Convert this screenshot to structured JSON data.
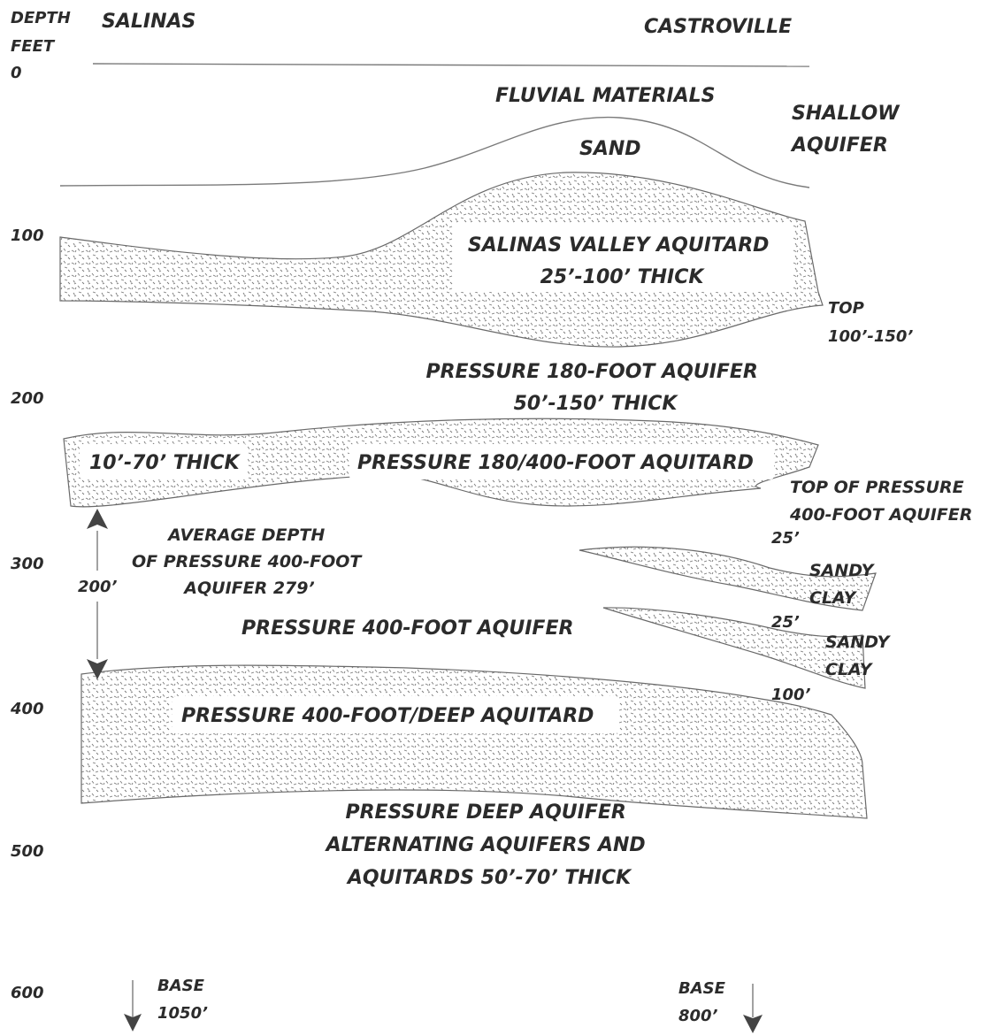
{
  "axis": {
    "title_line1": "DEPTH",
    "title_line2": "FEET",
    "ticks": [
      "0",
      "100",
      "200",
      "300",
      "400",
      "500",
      "600"
    ]
  },
  "locations": {
    "left": "SALINAS",
    "right": "CASTROVILLE"
  },
  "units": {
    "fluvial": "FLUVIAL MATERIALS",
    "sand": "SAND",
    "shallow_line1": "SHALLOW",
    "shallow_line2": "AQUIFER",
    "sv_aquitard_line1": "SALINAS VALLEY AQUITARD",
    "sv_aquitard_line2": "25’-100’ THICK",
    "top_line1": "TOP",
    "top_line2": "100’-150’",
    "p180_line1": "PRESSURE 180-FOOT AQUIFER",
    "p180_line2": "50’-150’ THICK",
    "aquitard_180_400_thick": "10’-70’ THICK",
    "aquitard_180_400": "PRESSURE 180/400-FOOT AQUITARD",
    "top_p400_line1": "TOP OF PRESSURE",
    "top_p400_line2": "400-FOOT AQUIFER",
    "thick_25_a": "25’",
    "thick_25_b": "25’",
    "thick_100": "100’",
    "sandy_clay_1_line1": "SANDY",
    "sandy_clay_1_line2": "CLAY",
    "sandy_clay_2_line1": "SANDY",
    "sandy_clay_2_line2": "CLAY",
    "avg_depth_line1": "AVERAGE DEPTH",
    "avg_depth_line2": "OF PRESSURE 400-FOOT",
    "avg_depth_line3": "AQUIFER 279’",
    "arrow_200": "200’",
    "p400": "PRESSURE 400-FOOT AQUIFER",
    "deep_aquitard": "PRESSURE 400-FOOT/DEEP AQUITARD",
    "deep_line1": "PRESSURE DEEP AQUIFER",
    "deep_line2": "ALTERNATING AQUIFERS AND",
    "deep_line3": "AQUITARDS 50’-70’ THICK",
    "base_left_line1": "BASE",
    "base_left_line2": "1050’",
    "base_right_line1": "BASE",
    "base_right_line2": "800’"
  }
}
